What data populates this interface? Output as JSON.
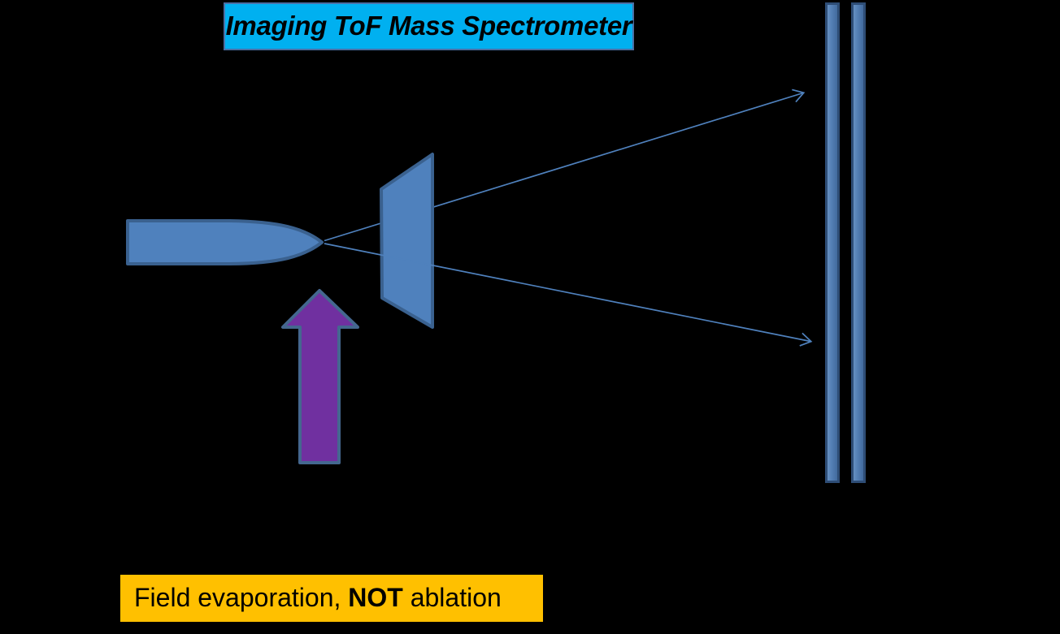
{
  "title": {
    "text": "Imaging ToF Mass Spectrometer"
  },
  "caption": {
    "part1": "Field evaporation, ",
    "emphasis": "NOT",
    "part2": " ablation"
  },
  "colors": {
    "canvas-bg": "#000000",
    "title-bg": "#00b0f0",
    "title-border": "#4a6fa5",
    "title-text": "#000000",
    "caption-bg": "#ffc000",
    "caption-text": "#000000",
    "shape-fill": "#4f81bd",
    "shape-stroke": "#3a618f",
    "plate-fill": "#4f81bd",
    "plate-highlight": "#6b94c6",
    "plate-shade": "#3f6698",
    "plate-stroke": "#2e4d76",
    "trajectory": "#4f81bd",
    "arrow-fill": "#7030a0",
    "arrow-stroke": "#44678f"
  }
}
